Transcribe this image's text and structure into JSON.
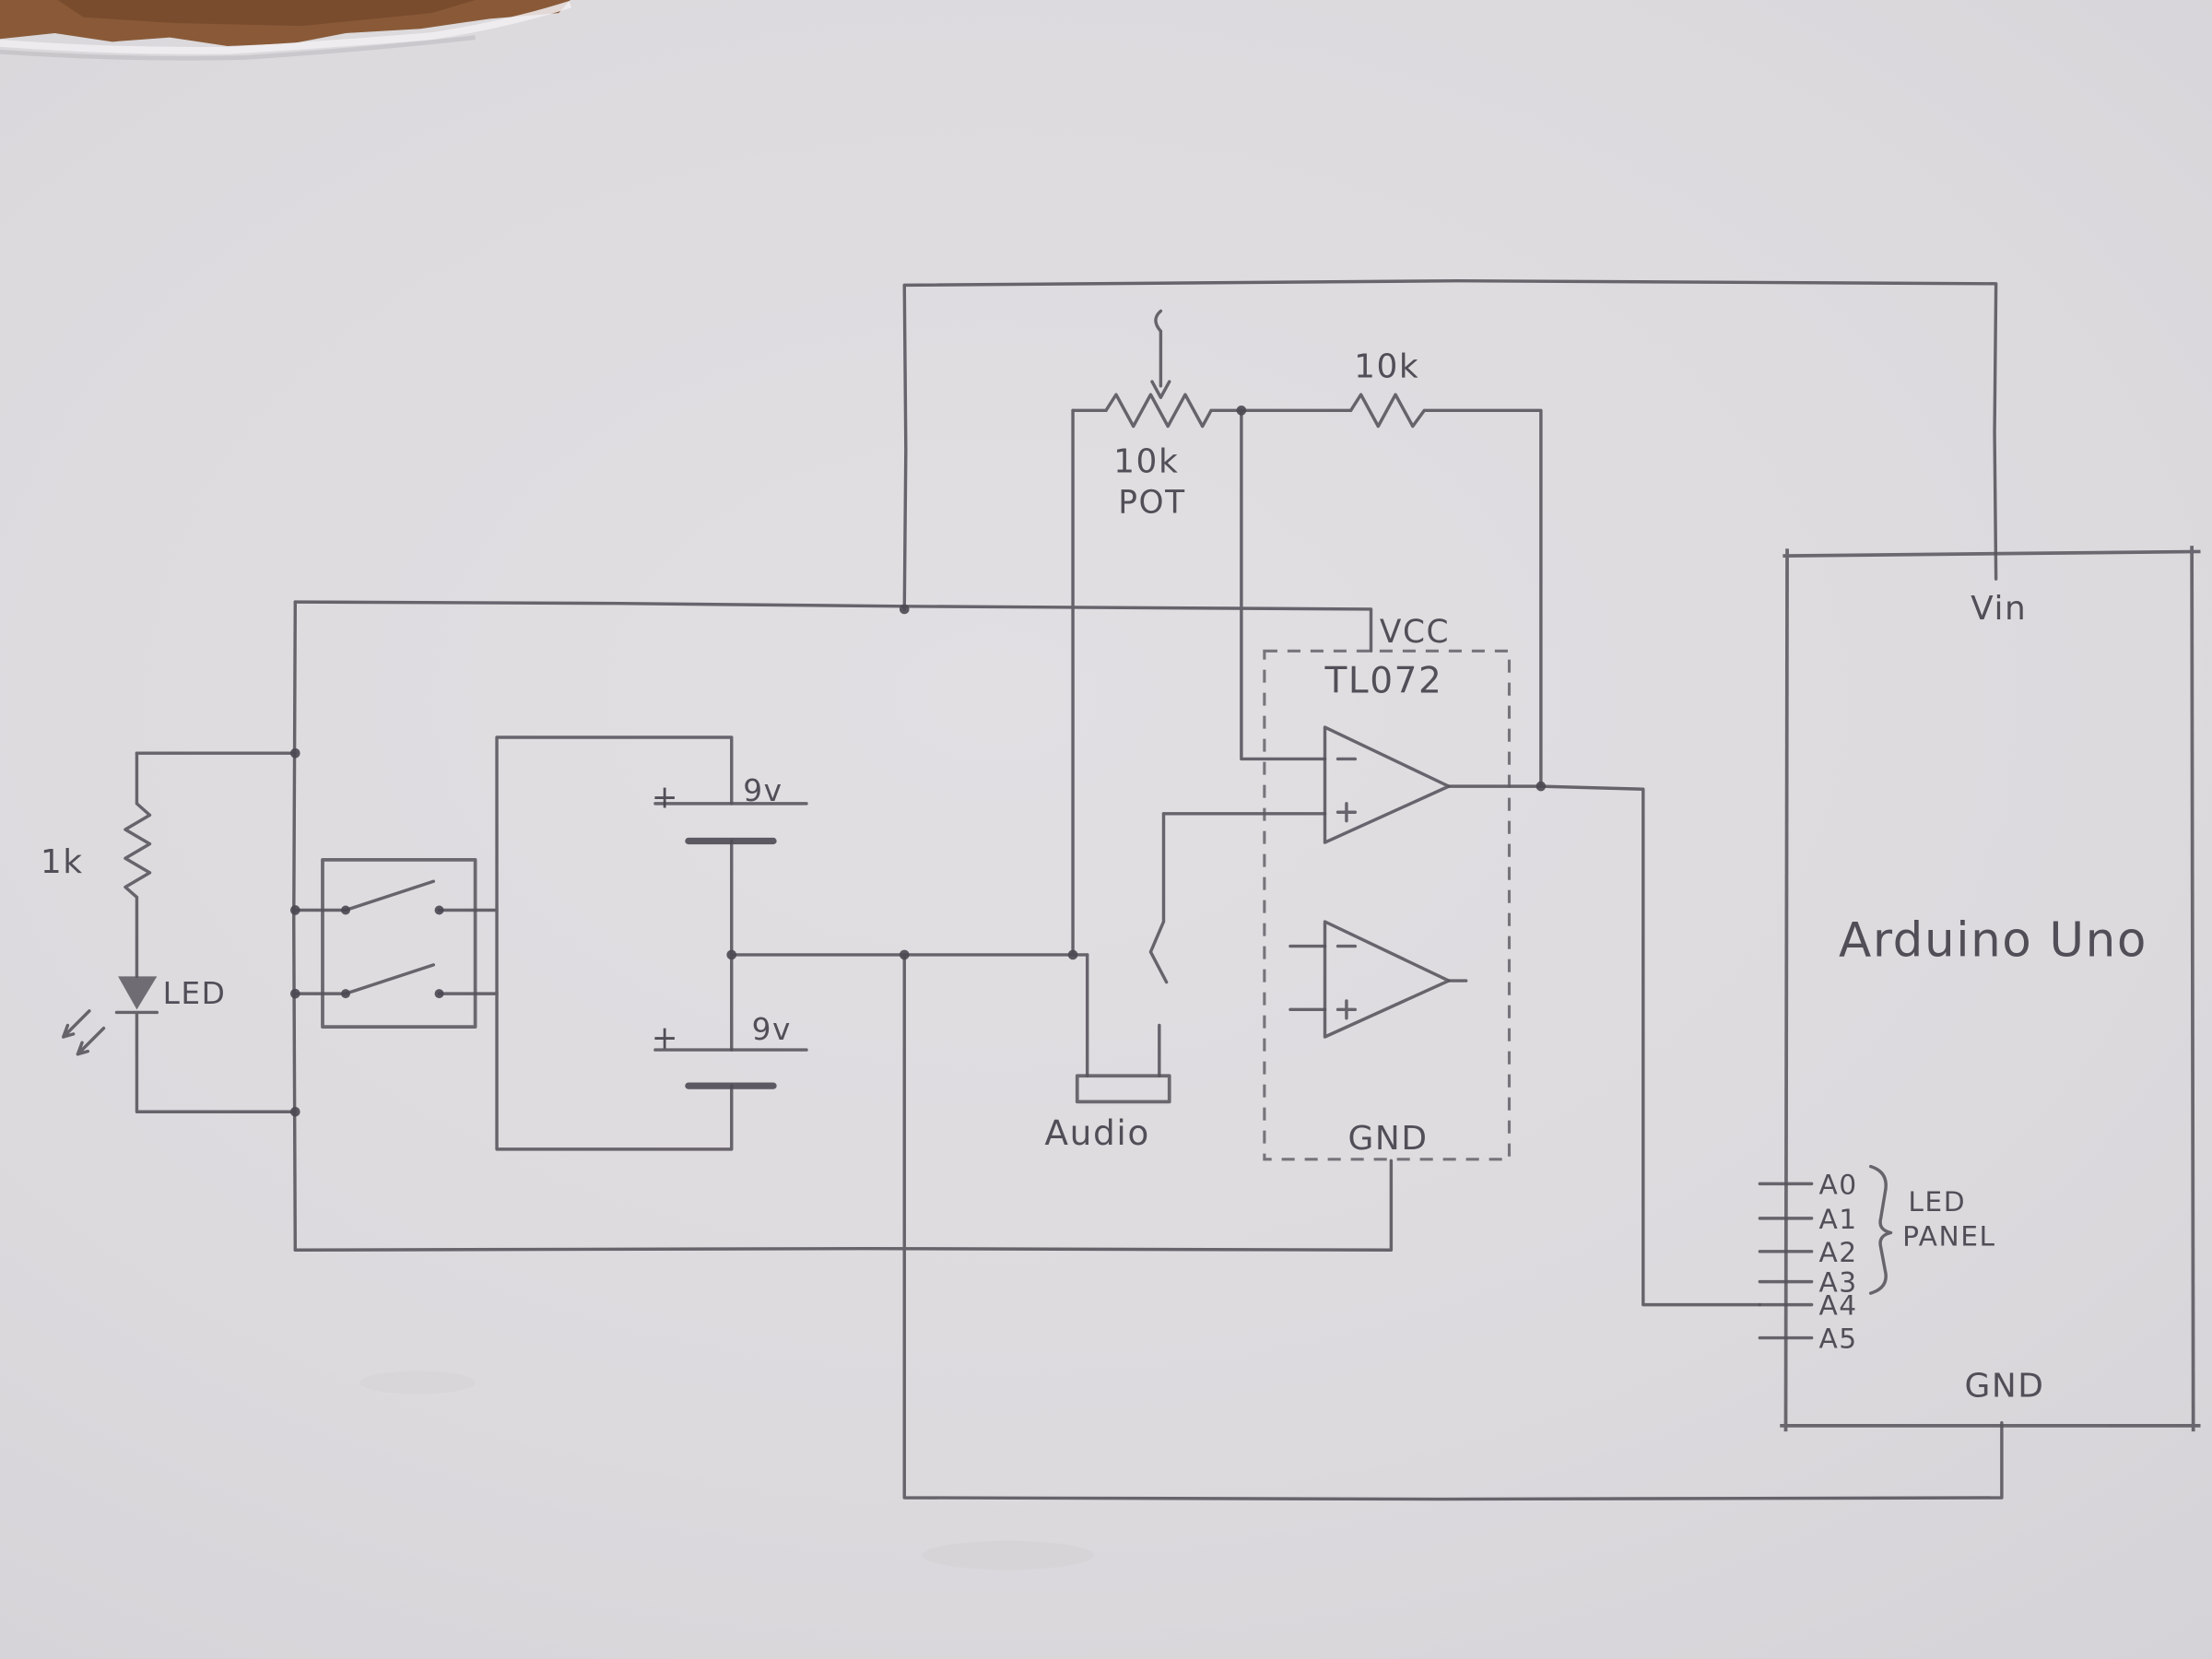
{
  "photo": {
    "description": "Hand-drawn pencil circuit schematic on white paper, wood table visible at torn top-left edge"
  },
  "schematic": {
    "left": {
      "resistor": "1k",
      "led_label": "LED"
    },
    "batteries": {
      "plus": "+",
      "top": "9v",
      "bottom": "9v"
    },
    "pot": {
      "value": "10k",
      "label": "POT"
    },
    "feedback_resistor": "10k",
    "ic": {
      "name": "TL072",
      "vcc": "VCC",
      "gnd": "GND"
    },
    "audio": "Audio",
    "board": {
      "name": "Arduino Uno",
      "vin": "Vin",
      "gnd": "GND",
      "analog_pins": [
        "A0",
        "A1",
        "A2",
        "A3",
        "A4",
        "A5"
      ],
      "pin_group": {
        "line1": "LED",
        "line2": "PANEL"
      }
    }
  }
}
